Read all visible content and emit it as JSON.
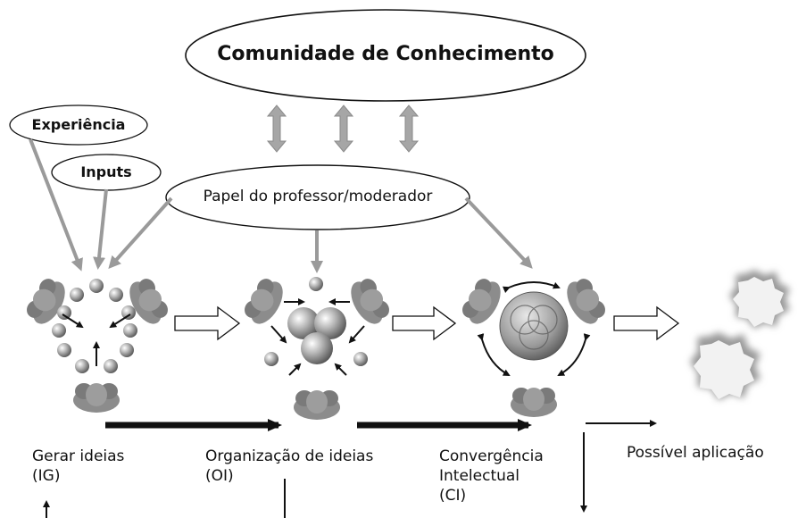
{
  "nodes": {
    "community": "Comunidade de Conhecimento",
    "experience": "Experiência",
    "inputs": "Inputs",
    "moderator": "Papel do professor/moderador"
  },
  "stages": [
    {
      "line1": "Gerar ideias",
      "line2": "(IG)",
      "line3": ""
    },
    {
      "line1": "Organização de ideias",
      "line2": "(OI)",
      "line3": ""
    },
    {
      "line1": "Convergência",
      "line2": "Intelectual",
      "line3": "(CI)"
    },
    {
      "line1": "Possível aplicação",
      "line2": "",
      "line3": ""
    }
  ],
  "colors": {
    "grey_arrow": "#9a9a9a",
    "figure": "#8c8c8c",
    "line": "#111111"
  }
}
